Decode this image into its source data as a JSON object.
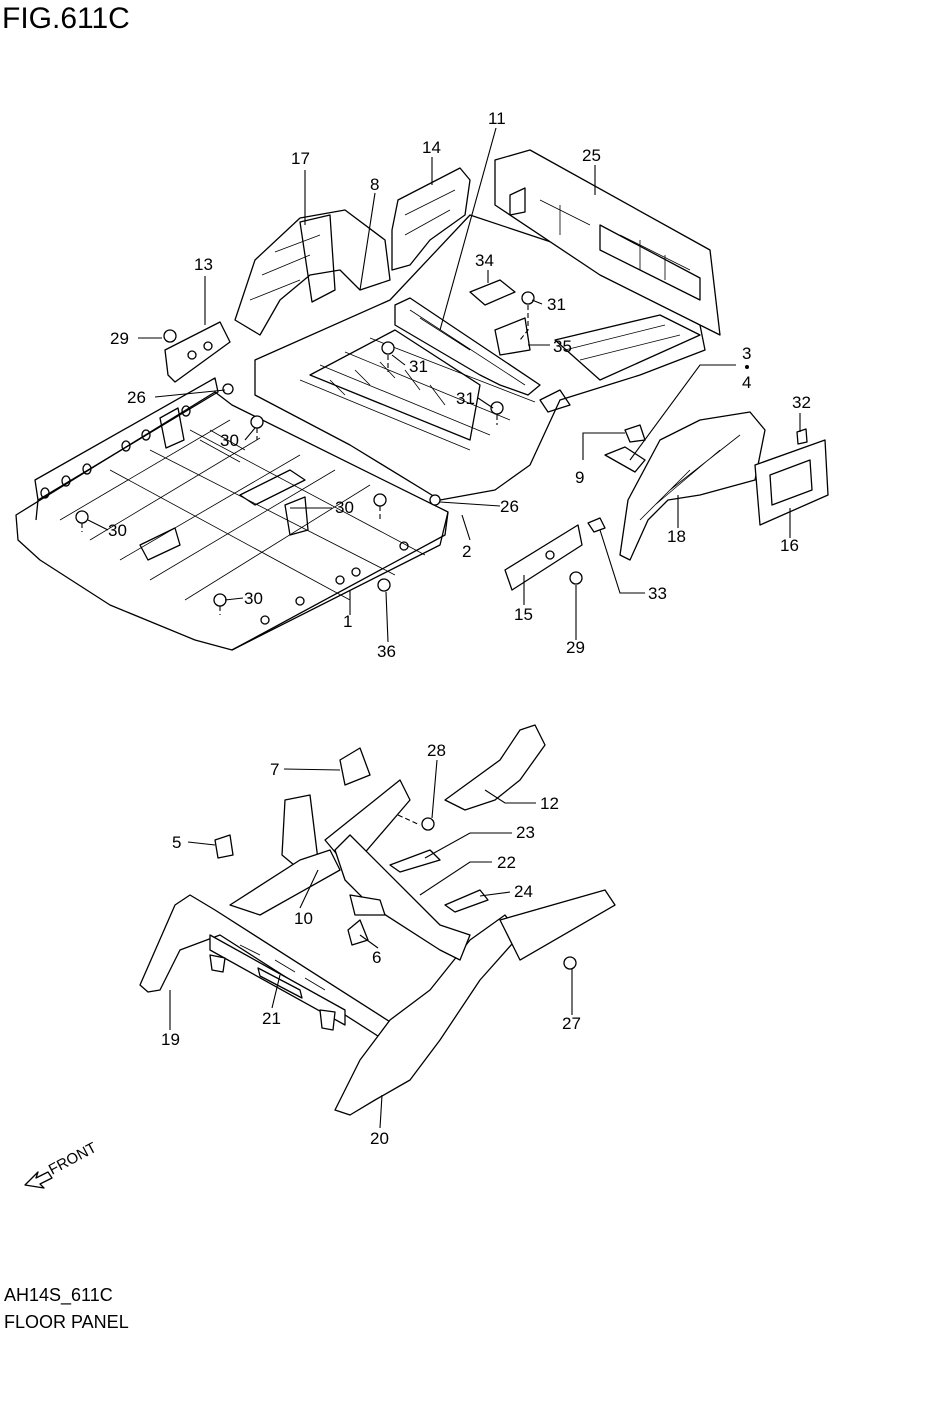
{
  "title": "FIG.611C",
  "footer": {
    "code": "AH14S_611C",
    "name": "FLOOR PANEL"
  },
  "front_label": "FRONT",
  "callouts": {
    "c1": "1",
    "c2": "2",
    "c3": "3",
    "c4": "4",
    "c5": "5",
    "c6": "6",
    "c7": "7",
    "c8": "8",
    "c9": "9",
    "c10": "10",
    "c11": "11",
    "c12": "12",
    "c13": "13",
    "c14": "14",
    "c15": "15",
    "c16": "16",
    "c17": "17",
    "c18": "18",
    "c19": "19",
    "c20": "20",
    "c21": "21",
    "c22": "22",
    "c23": "23",
    "c24": "24",
    "c25": "25",
    "c26a": "26",
    "c26b": "26",
    "c27": "27",
    "c28": "28",
    "c29a": "29",
    "c29b": "29",
    "c30a": "30",
    "c30b": "30",
    "c30c": "30",
    "c30d": "30",
    "c31a": "31",
    "c31b": "31",
    "c31c": "31",
    "c32": "32",
    "c33": "33",
    "c34": "34",
    "c35": "35",
    "c36": "36"
  }
}
